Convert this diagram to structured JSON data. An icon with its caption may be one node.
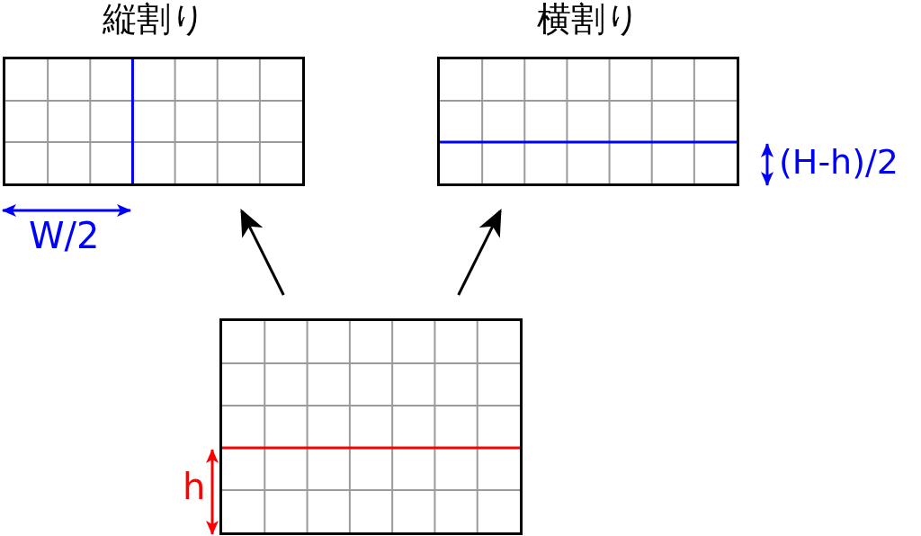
{
  "diagram": {
    "nodes": [
      {
        "text": [
          "縦割り"
        ]
      },
      {
        "text": [
          "横割り"
        ]
      },
      {
        "text": [],
        "shape": "box"
      }
    ],
    "edges": [
      {
        "from": 2,
        "to": 0,
        "arrow": "to"
      },
      {
        "from": 2,
        "to": 1,
        "arrow": "to"
      }
    ],
    "labels": [
      "(H-h)/2",
      "W/2",
      "h"
    ]
  }
}
